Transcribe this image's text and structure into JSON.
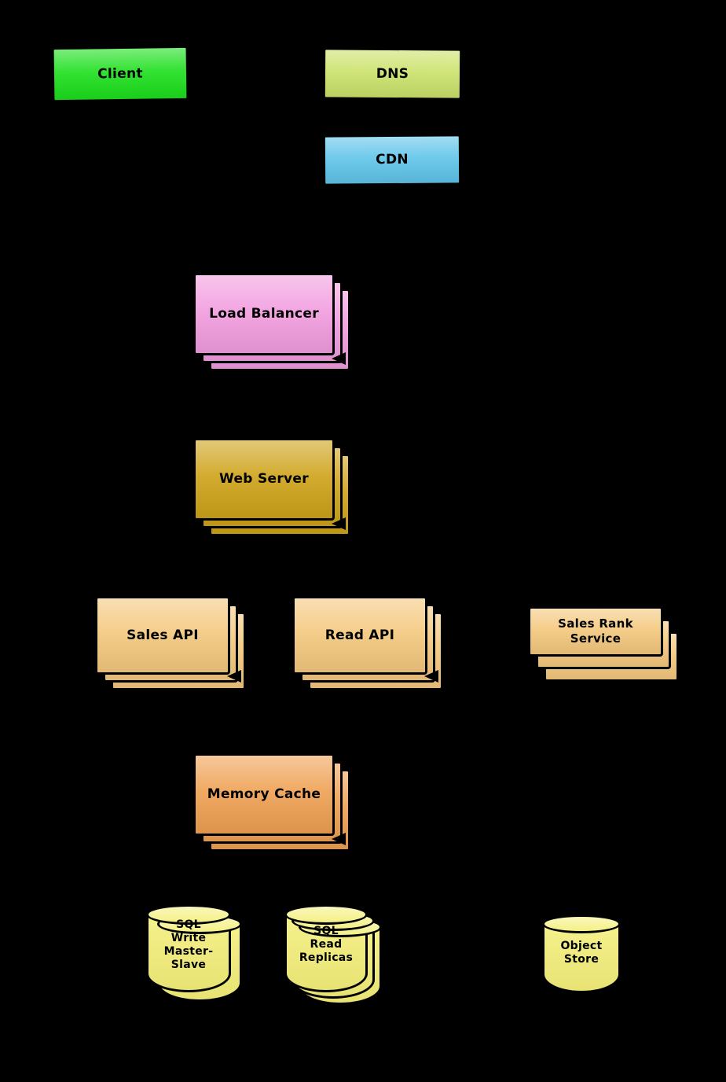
{
  "diagram": {
    "background_color": "#000000",
    "nodes": {
      "client": {
        "label": "Client",
        "color": "#1CDF1C",
        "shape": "box"
      },
      "dns": {
        "label": "DNS",
        "color": "#CBE26A",
        "shape": "box"
      },
      "cdn": {
        "label": "CDN",
        "color": "#5FC4E9",
        "shape": "box"
      },
      "load_balancer": {
        "label": "Load Balancer",
        "color": "#F29CDF",
        "shape": "stacked-box",
        "stack_layers": 3
      },
      "web_server": {
        "label": "Web Server",
        "color": "#CEA218",
        "shape": "stacked-box",
        "stack_layers": 3
      },
      "sales_api": {
        "label": "Sales API",
        "color": "#F4C87D",
        "shape": "stacked-box",
        "stack_layers": 3
      },
      "read_api": {
        "label": "Read API",
        "color": "#F4C87D",
        "shape": "stacked-box",
        "stack_layers": 3
      },
      "sales_rank_service": {
        "label": "Sales Rank\nService",
        "color": "#F4C87D",
        "shape": "stacked-box",
        "stack_layers": 3
      },
      "memory_cache": {
        "label": "Memory Cache",
        "color": "#EFA052",
        "shape": "stacked-box",
        "stack_layers": 3
      },
      "sql_write_master_slave": {
        "label": "SQL\nWrite\nMaster-\nSlave",
        "color": "#F4EF79",
        "shape": "stacked-cylinder",
        "stack_layers": 2
      },
      "sql_read_replicas": {
        "label": "SQL\nRead\nReplicas",
        "color": "#F4EF79",
        "shape": "stacked-cylinder",
        "stack_layers": 3
      },
      "object_store": {
        "label": "Object\nStore",
        "color": "#F4EF79",
        "shape": "cylinder",
        "stack_layers": 1
      }
    }
  }
}
